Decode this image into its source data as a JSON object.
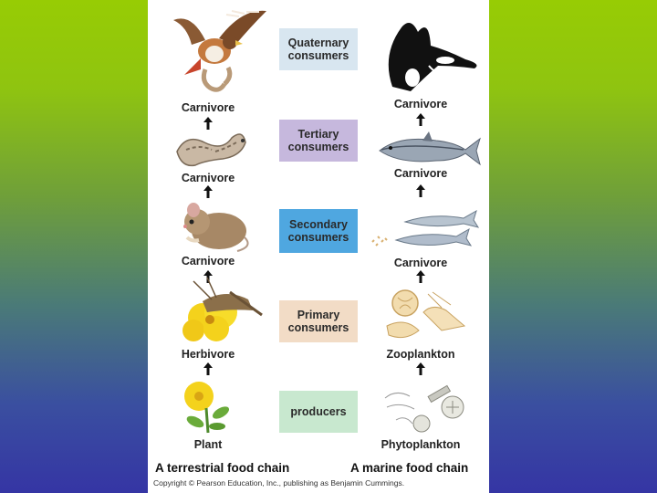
{
  "levels": [
    {
      "text": "Quaternary consumers",
      "color": "#d8e6f0"
    },
    {
      "text": "Tertiary consumers",
      "color": "#c6b8dd"
    },
    {
      "text": "Secondary consumers",
      "color": "#4fa7e0"
    },
    {
      "text": "Primary consumers",
      "color": "#f2dcc6"
    },
    {
      "text": "producers",
      "color": "#c8e8cf"
    }
  ],
  "terrestrial_labels": [
    "Carnivore",
    "Carnivore",
    "Carnivore",
    "Herbivore",
    "Plant"
  ],
  "marine_labels": [
    "Carnivore",
    "Carnivore",
    "Carnivore",
    "Zooplankton",
    "Phytoplankton"
  ],
  "titles": {
    "terrestrial": "A terrestrial food chain",
    "marine": "A marine food chain"
  },
  "copyright": "Copyright © Pearson Education, Inc., publishing as Benjamin Cummings.",
  "illustrations": {
    "terrestrial": [
      "hawk",
      "snake",
      "mouse",
      "grasshopper",
      "plant"
    ],
    "marine": [
      "killer-whale",
      "tuna",
      "herring",
      "zooplankton",
      "phytoplankton"
    ]
  }
}
